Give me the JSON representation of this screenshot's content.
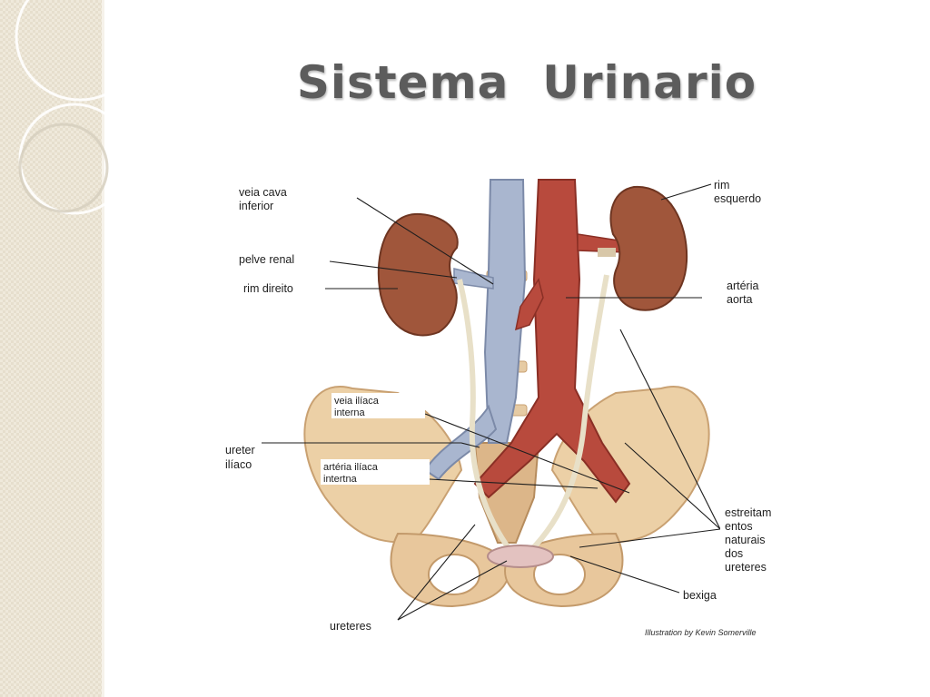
{
  "slide": {
    "title": "Sistema  Urinario"
  },
  "diagram": {
    "labels": {
      "veia_cava_line1": "veia cava",
      "veia_cava_line2": "inferior",
      "pelve_renal": "pelve renal",
      "rim_direito": "rim direito",
      "rim_esquerdo_line1": "rim",
      "rim_esquerdo_line2": "esquerdo",
      "arteria_aorta_line1": "artéria",
      "arteria_aorta_line2": "aorta",
      "veia_iliaca_line1": "veia ilíaca",
      "veia_iliaca_line2": "interna",
      "ureter_iliaco_line1": "ureter",
      "ureter_iliaco_line2": "ilíaco",
      "arteria_iliaca_line1": "artéria ilíaca",
      "arteria_iliaca_line2": "intertna",
      "estreitamentos_line1": "estreitam",
      "estreitamentos_line2": "entos",
      "estreitamentos_line3": "naturais",
      "estreitamentos_line4": "dos",
      "estreitamentos_line5": "ureteres",
      "bexiga": "bexiga",
      "ureteres": "ureteres"
    },
    "credit": "Illustration by Kevin Somerville"
  }
}
